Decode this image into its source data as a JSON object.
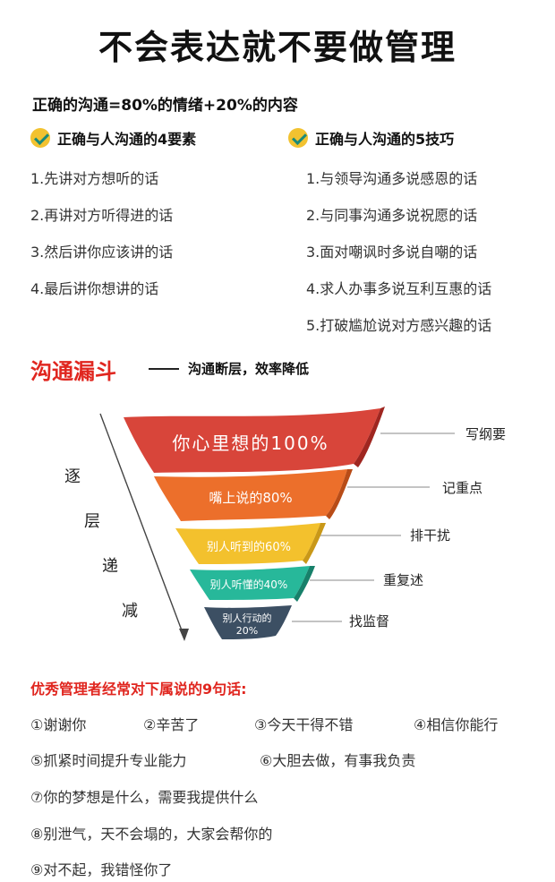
{
  "title": "不会表达就不要做管理",
  "formula": "正确的沟通=80%的情绪+20%的内容",
  "left_col": {
    "heading": "正确与人沟通的4要素",
    "items": [
      "1.先讲对方想听的话",
      "2.再讲对方听得进的话",
      "3.然后讲你应该讲的话",
      "4.最后讲你想讲的话"
    ]
  },
  "right_col": {
    "heading": "正确与人沟通的5技巧",
    "items": [
      "1.与领导沟通多说感恩的话",
      "2.与同事沟通多说祝愿的话",
      "3.面对嘲讽时多说自嘲的话",
      "4.求人办事多说互利互惠的话",
      "5.打破尴尬说对方感兴趣的话"
    ]
  },
  "funnel": {
    "title": "沟通漏斗",
    "subtitle": "沟通断层，效率降低",
    "vertical_chars": [
      "逐",
      "层",
      "递",
      "减"
    ],
    "layers": [
      {
        "text": "你心里想的100%",
        "label": "写纲要",
        "color": "#d8453a"
      },
      {
        "text": "嘴上说的80%",
        "label": "记重点",
        "color": "#ec6f2b"
      },
      {
        "text": "别人听到的60%",
        "label": "排干扰",
        "color": "#f3c12d"
      },
      {
        "text": "别人听懂的40%",
        "label": "重复述",
        "color": "#27b89a"
      },
      {
        "text": "别人行动的",
        "text2": "20%",
        "label": "找监督",
        "color": "#3c4f63"
      }
    ]
  },
  "nine": {
    "title": "优秀管理者经常对下属说的9句话:",
    "items": [
      "①谢谢你",
      "②辛苦了",
      "③今天干得不错",
      "④相信你能行",
      "⑤抓紧时间提升专业能力",
      "⑥大胆去做，有事我负责",
      "⑦你的梦想是什么，需要我提供什么",
      "⑧别泄气，天不会塌的，大家会帮你的",
      "⑨对不起，我错怪你了"
    ]
  }
}
